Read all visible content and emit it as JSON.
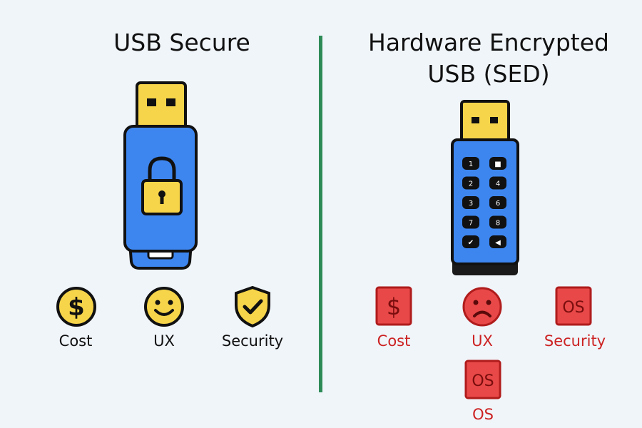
{
  "left": {
    "title": "USB Secure",
    "items": [
      {
        "icon": "dollar-icon",
        "label": "Cost"
      },
      {
        "icon": "smiley-icon",
        "label": "UX"
      },
      {
        "icon": "shield-check-icon",
        "label": "Security"
      }
    ]
  },
  "right": {
    "title_line1": "Hardware Encrypted",
    "title_line2": "USB (SED)",
    "items": [
      {
        "icon": "dollar-square-icon",
        "label": "Cost"
      },
      {
        "icon": "sad-face-icon",
        "label": "UX"
      },
      {
        "icon": "os-icon",
        "label": "Security",
        "icon_text": "OS"
      },
      {
        "icon": "os-icon",
        "label": "OS",
        "icon_text": "OS"
      }
    ],
    "keypad": [
      "1",
      "■",
      "2",
      "4",
      "3",
      "6",
      "7",
      "8",
      "✔",
      "◀"
    ]
  },
  "colors": {
    "drive_blue": "#3d86f0",
    "connector_yellow": "#f7d54a",
    "outline": "#111111",
    "good_icon": "#f7d54a",
    "bad_icon": "#e84848",
    "bad_text": "#cc2222",
    "divider": "#2e8b57"
  }
}
